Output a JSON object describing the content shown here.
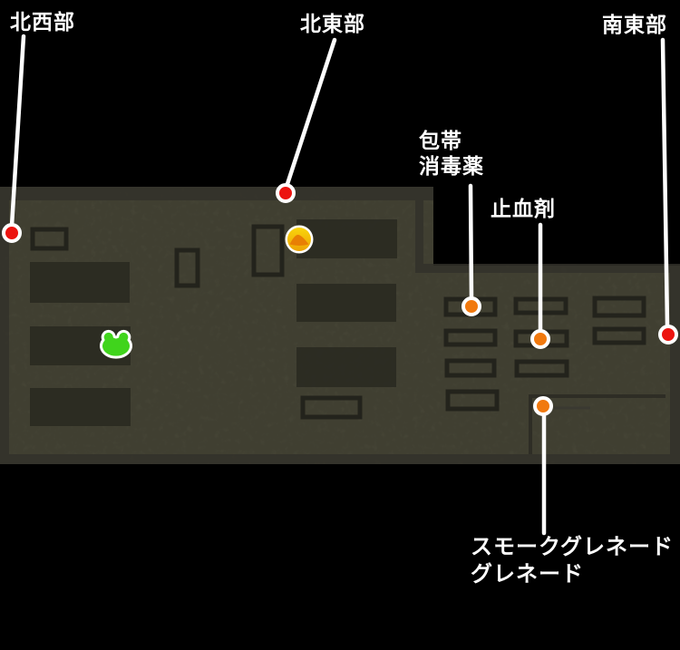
{
  "labels": {
    "northwest": "北西部",
    "northeast": "北東部",
    "southeast": "南東部",
    "supplies_line1": "包帯",
    "supplies_line2": "消毒薬",
    "hemostatic": "止血剤",
    "grenades_line1": "スモークグレネード",
    "grenades_line2": "グレネード"
  },
  "colors": {
    "page_background": "#000000",
    "map_base": "#4b4a3a",
    "map_border": "#32312a",
    "room_fill": "#2a2a21",
    "room_outline": "#23231c",
    "wall_line": "#2e2d25",
    "wall_line_light": "#3a3931",
    "connector_white": "#ffffff",
    "marker_red": "#ec1410",
    "marker_orange": "#f1790e",
    "loot_gold_top": "#f9d40c",
    "loot_gold_bottom": "#eda306",
    "loot_mound": "#e87f04",
    "frog_green": "#40d41c",
    "label_text": "#ffffff"
  },
  "markers": {
    "area_markers": [
      {
        "label": "北西部",
        "color": "red"
      },
      {
        "label": "北東部",
        "color": "red"
      },
      {
        "label": "南東部",
        "color": "red"
      }
    ],
    "item_markers": [
      {
        "label": "包帯 消毒薬",
        "color": "orange"
      },
      {
        "label": "止血剤",
        "color": "orange"
      },
      {
        "label": "スモークグレネード グレネード",
        "color": "orange"
      }
    ],
    "icons": [
      {
        "name": "loot-pile-icon"
      },
      {
        "name": "frog-icon"
      }
    ]
  }
}
